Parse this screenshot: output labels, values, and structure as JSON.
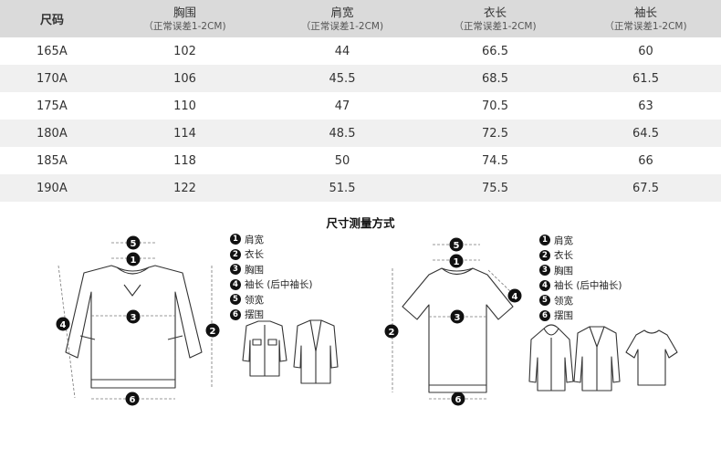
{
  "table": {
    "headers": [
      {
        "label": "尺码",
        "note": ""
      },
      {
        "label": "胸围",
        "note": "（正常误差1-2CM)"
      },
      {
        "label": "肩宽",
        "note": "（正常误差1-2CM)"
      },
      {
        "label": "衣长",
        "note": "（正常误差1-2CM)"
      },
      {
        "label": "袖长",
        "note": "（正常误差1-2CM)"
      }
    ],
    "rows": [
      [
        "165A",
        "102",
        "44",
        "66.5",
        "60"
      ],
      [
        "170A",
        "106",
        "45.5",
        "68.5",
        "61.5"
      ],
      [
        "175A",
        "110",
        "47",
        "70.5",
        "63"
      ],
      [
        "180A",
        "114",
        "48.5",
        "72.5",
        "64.5"
      ],
      [
        "185A",
        "118",
        "50",
        "74.5",
        "66"
      ],
      [
        "190A",
        "122",
        "51.5",
        "75.5",
        "67.5"
      ]
    ]
  },
  "diagram": {
    "title": "尺寸测量方式",
    "markers": [
      "1",
      "2",
      "3",
      "4",
      "5",
      "6"
    ],
    "legend": [
      {
        "num": "1",
        "label": "肩宽"
      },
      {
        "num": "2",
        "label": "衣长"
      },
      {
        "num": "3",
        "label": "胸围"
      },
      {
        "num": "4",
        "label": "袖长 (后中袖长)"
      },
      {
        "num": "5",
        "label": "领宽"
      },
      {
        "num": "6",
        "label": "摆围"
      }
    ]
  }
}
